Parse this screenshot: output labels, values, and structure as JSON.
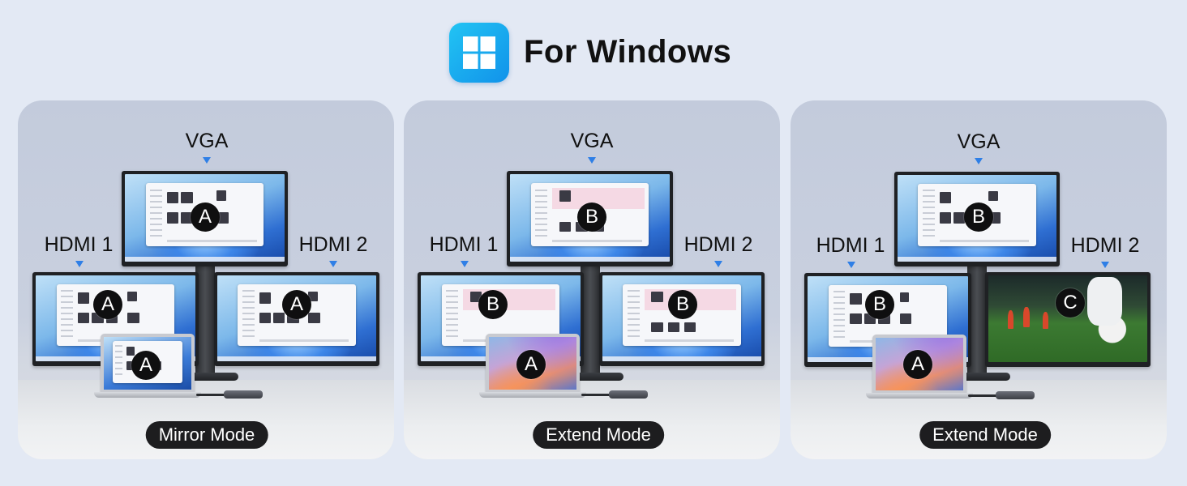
{
  "header": {
    "title": "For Windows",
    "logo_icon": "windows-logo-icon",
    "logo_colors": [
      "#22c4f3",
      "#1192ea"
    ]
  },
  "panels": [
    {
      "ports": {
        "top": "VGA",
        "left": "HDMI 1",
        "right": "HDMI 2"
      },
      "displays": {
        "top": "A",
        "left": "A",
        "right": "A",
        "laptop": "A"
      },
      "mode": "Mirror Mode"
    },
    {
      "ports": {
        "top": "VGA",
        "left": "HDMI 1",
        "right": "HDMI 2"
      },
      "displays": {
        "top": "B",
        "left": "B",
        "right": "B",
        "laptop": "A"
      },
      "mode": "Extend Mode"
    },
    {
      "ports": {
        "top": "VGA",
        "left": "HDMI 1",
        "right": "HDMI 2"
      },
      "displays": {
        "top": "B",
        "left": "B",
        "right": "C",
        "laptop": "A"
      },
      "mode": "Extend Mode"
    }
  ],
  "colors": {
    "arrow": "#2f7fe6",
    "pill": "#1d1d1f",
    "badge": "#0f0f10"
  }
}
